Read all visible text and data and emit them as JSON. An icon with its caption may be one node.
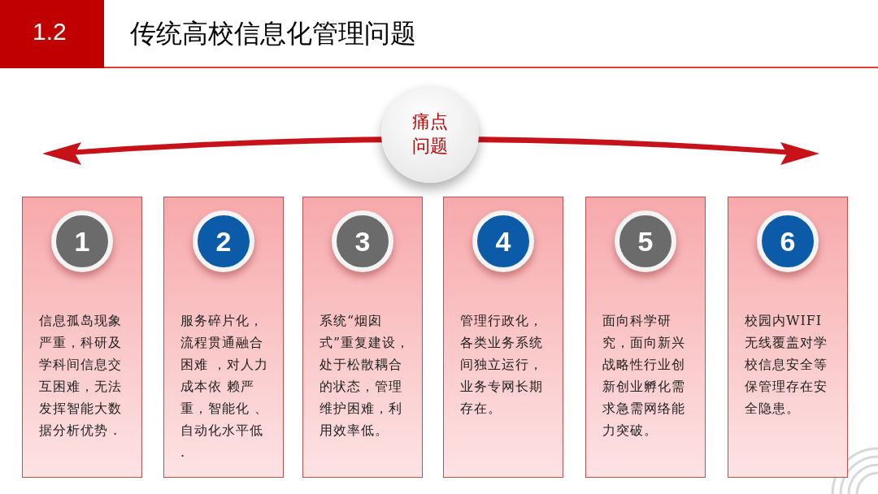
{
  "diagram": {
    "title": "传统高校信息化管理问题",
    "nodes": [
      {
        "text": [
          "痛点问题"
        ]
      },
      {
        "text": [
          "1",
          "信息孤岛现象严重，科研及学科间信息交互困难，无法发挥智能大数据分析优势 ."
        ]
      },
      {
        "text": [
          "2",
          "服务碎片化，流程贯通融合困难 ，对人力成本依 赖严重，智能化 、自动化水平低 ."
        ]
      },
      {
        "text": [
          "3",
          "系统“烟囱式”重复建设，处于松散耦合的状态，管理维护困难，利用效率低。"
        ]
      },
      {
        "text": [
          "4",
          "管理行政化，各类业务系统间独立运行，业务专网长期存在。"
        ]
      },
      {
        "text": [
          "5",
          "面向科学研究，面向新兴战略性行业创新创业孵化需求急需网络能力突破。"
        ]
      },
      {
        "text": [
          "6",
          "校园内WIFI无线覆盖对学校信息安全等保管理存在安全隐患。"
        ]
      }
    ],
    "labels": [
      "1.2"
    ]
  }
}
